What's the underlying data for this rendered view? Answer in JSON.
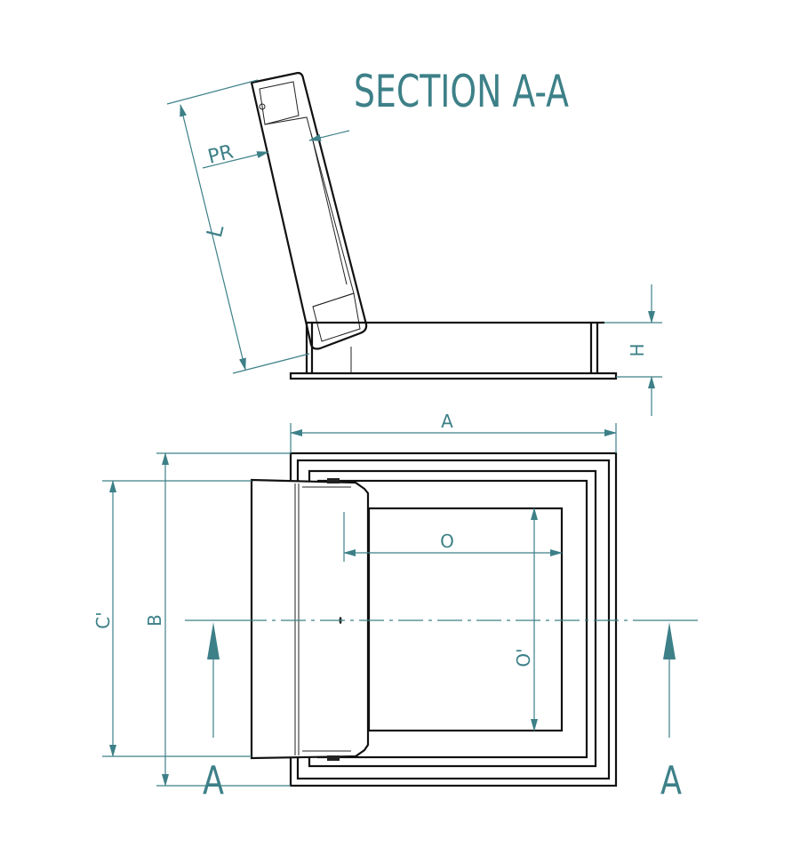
{
  "title": "SECTION A-A",
  "accent_color": "#3d8088",
  "section_view": {
    "dimension_labels": {
      "lid_length": "L",
      "lid_thickness": "PR",
      "height": "H"
    }
  },
  "plan_view": {
    "dimension_labels": {
      "overall_width": "A",
      "overall_depth": "B",
      "lid_depth": "C'",
      "opening_width": "O",
      "opening_depth": "O'"
    },
    "section_markers": {
      "left": "A",
      "right": "A"
    }
  }
}
